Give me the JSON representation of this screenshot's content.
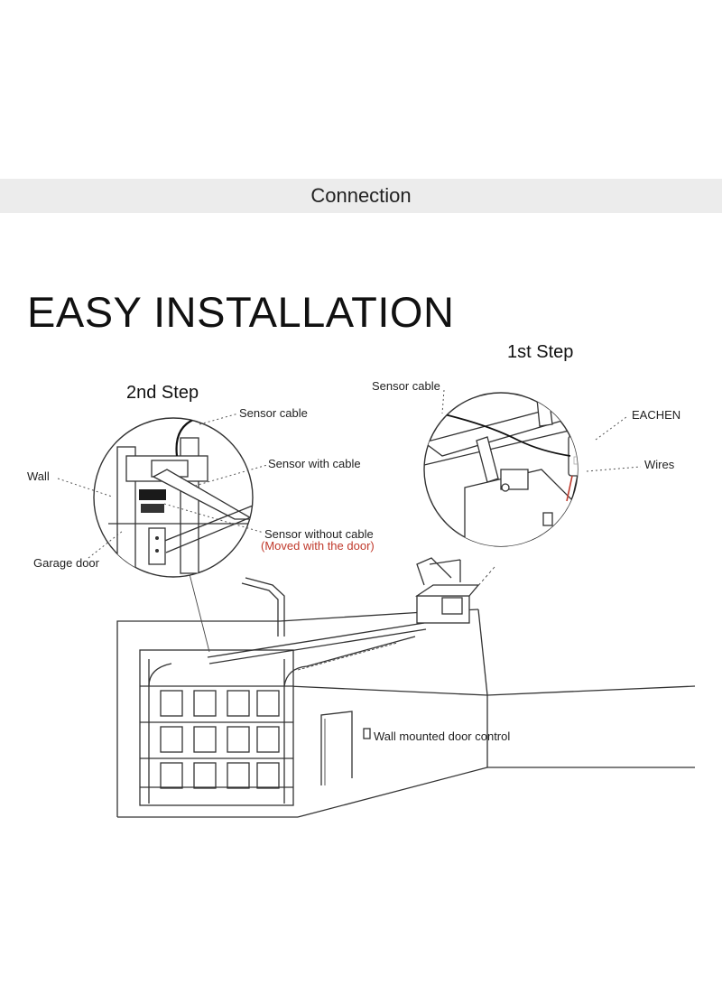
{
  "banner": {
    "title": "Connection"
  },
  "headline": "EASY INSTALLATION",
  "steps": {
    "first": "1st Step",
    "second": "2nd Step"
  },
  "labels": {
    "sensor_cable_left": "Sensor cable",
    "sensor_with_cable": "Sensor with cable",
    "sensor_without_cable": "Sensor without cable",
    "moved_with_door": "(Moved with the door)",
    "wall": "Wall",
    "garage_door": "Garage door",
    "sensor_cable_right": "Sensor cable",
    "eachen": "EACHEN",
    "wires": "Wires",
    "wall_control": "Wall mounted door control"
  },
  "colors": {
    "banner_bg": "#ececec",
    "accent_red": "#c0392b",
    "line": "#333333"
  }
}
